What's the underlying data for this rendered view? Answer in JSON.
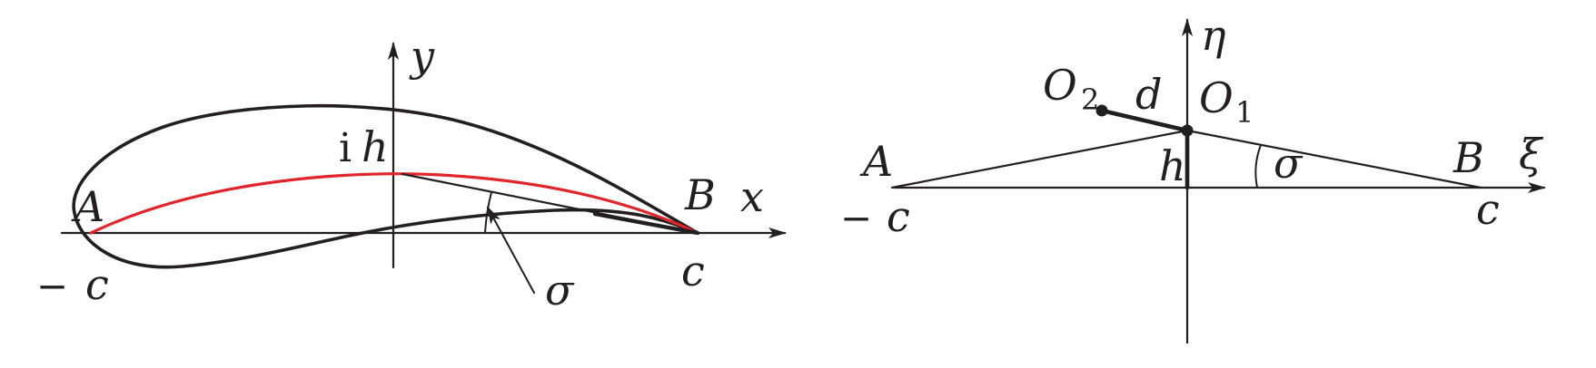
{
  "left_panel": {
    "label_y": "y",
    "label_x": "x",
    "label_A": "A",
    "label_B": "B",
    "label_ih_i": "i",
    "label_ih_h": "h",
    "label_minus": "−",
    "label_minus_c": "c",
    "label_c": "c",
    "label_sigma": "σ",
    "camber_color": "#e3242b"
  },
  "right_panel": {
    "label_eta": "η",
    "label_xi": "ξ",
    "label_A": "A",
    "label_B": "B",
    "label_O2": "O",
    "label_O2_sub": "2",
    "label_O1": "O",
    "label_O1_sub": "1",
    "label_d": "d",
    "label_h": "h",
    "label_sigma": "σ",
    "label_minus": "−",
    "label_minus_c": "c",
    "label_c": "c"
  },
  "colors": {
    "ink": "#231f20",
    "accent": "#e3242b"
  }
}
